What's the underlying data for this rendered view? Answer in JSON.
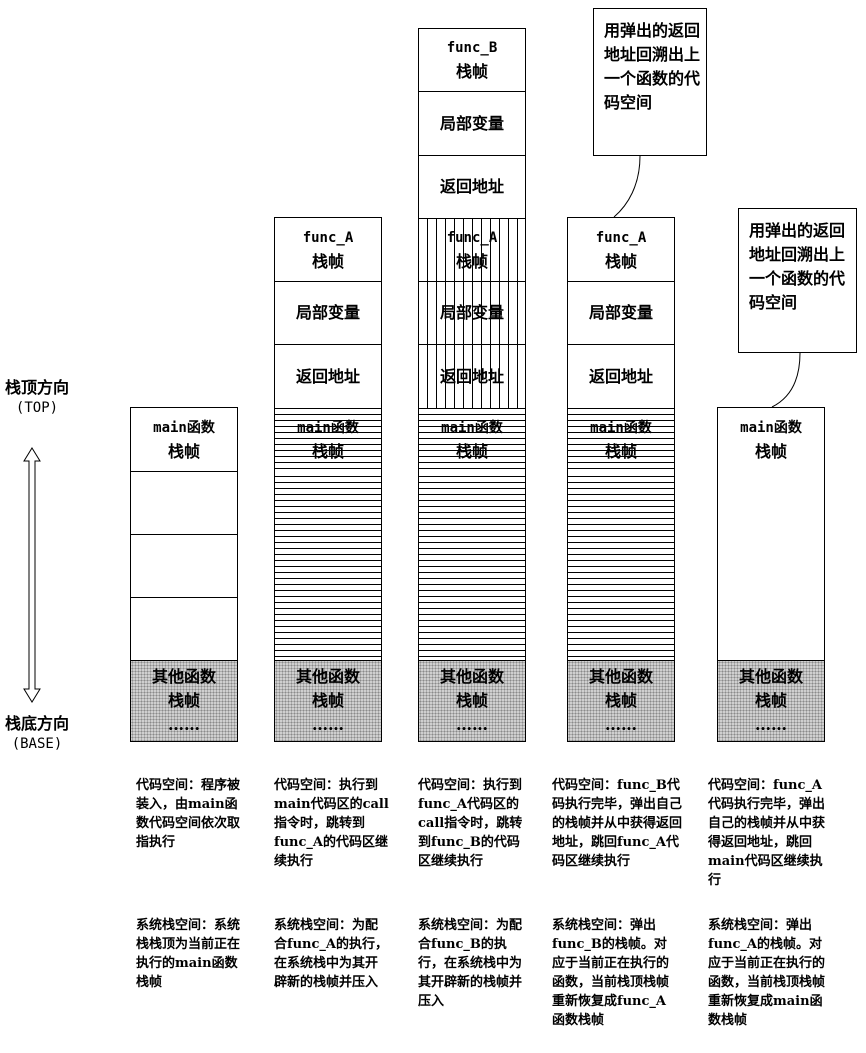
{
  "axis": {
    "top_label": "栈顶方向",
    "top_sub": "(TOP)",
    "bottom_label": "栈底方向",
    "bottom_sub": "(BASE)"
  },
  "frames": {
    "main": "main函数",
    "func_a": "func_A",
    "func_b": "func_B",
    "frame_word": "栈帧",
    "local_vars": "局部变量",
    "return_addr": "返回地址",
    "other": "其他函数",
    "dots": "……"
  },
  "callouts": [
    "用弹出的返回地址回溯出上一个函数的代码空间",
    "用弹出的返回地址回溯出上一个函数的代码空间"
  ],
  "code_space": [
    "代码空间：程序被装入，由main函数代码空间依次取指执行",
    "代码空间：执行到main代码区的call指令时，跳转到func_A的代码区继续执行",
    "代码空间：执行到func_A代码区的call指令时，跳转到func_B的代码区继续执行",
    "代码空间：func_B代码执行完毕，弹出自己的栈帧并从中获得返回地址，跳回func_A代码区继续执行",
    "代码空间：func_A代码执行完毕，弹出自己的栈帧并从中获得返回地址，跳回main代码区继续执行"
  ],
  "stack_space": [
    "系统栈空间：系统栈栈顶为当前正在执行的main函数栈帧",
    "系统栈空间：为配合func_A的执行，在系统栈中为其开辟新的栈帧并压入",
    "系统栈空间：为配合func_B的执行，在系统栈中为其开辟新的栈帧并压入",
    "系统栈空间：弹出func_B的栈帧。对应于当前正在执行的函数，当前栈顶栈帧重新恢复成func_A函数栈帧",
    "系统栈空间：弹出func_A的栈帧。对应于当前正在执行的函数，当前栈顶栈帧重新恢复成main函数栈帧"
  ]
}
